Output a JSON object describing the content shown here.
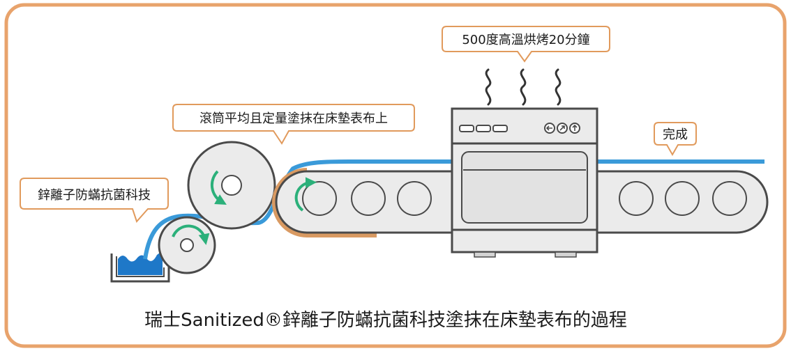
{
  "labels": {
    "zinc": "鋅離子防蟎抗菌科技",
    "roller": "滾筒平均且定量塗抹在床墊表布上",
    "oven": "500度高溫烘烤20分鐘",
    "done": "完成"
  },
  "caption": "瑞士Sanitized®鋅離子防蟎抗菌科技塗抹在床墊表布的過程",
  "icons": {
    "oven_buttons": [
      "arrow-left-icon",
      "arrow-up-right-icon",
      "arrow-up-icon"
    ]
  },
  "colors": {
    "frame": "#e8a36c",
    "callout_border": "#e19a5c",
    "fabric_blue": "#3a9ad9",
    "bath_blue": "#1e78c8",
    "belt_orange": "#d99a62",
    "machine_fill": "#ebebeb",
    "machine_stroke": "#4a4a4a",
    "rotation_green": "#2bb07a"
  }
}
